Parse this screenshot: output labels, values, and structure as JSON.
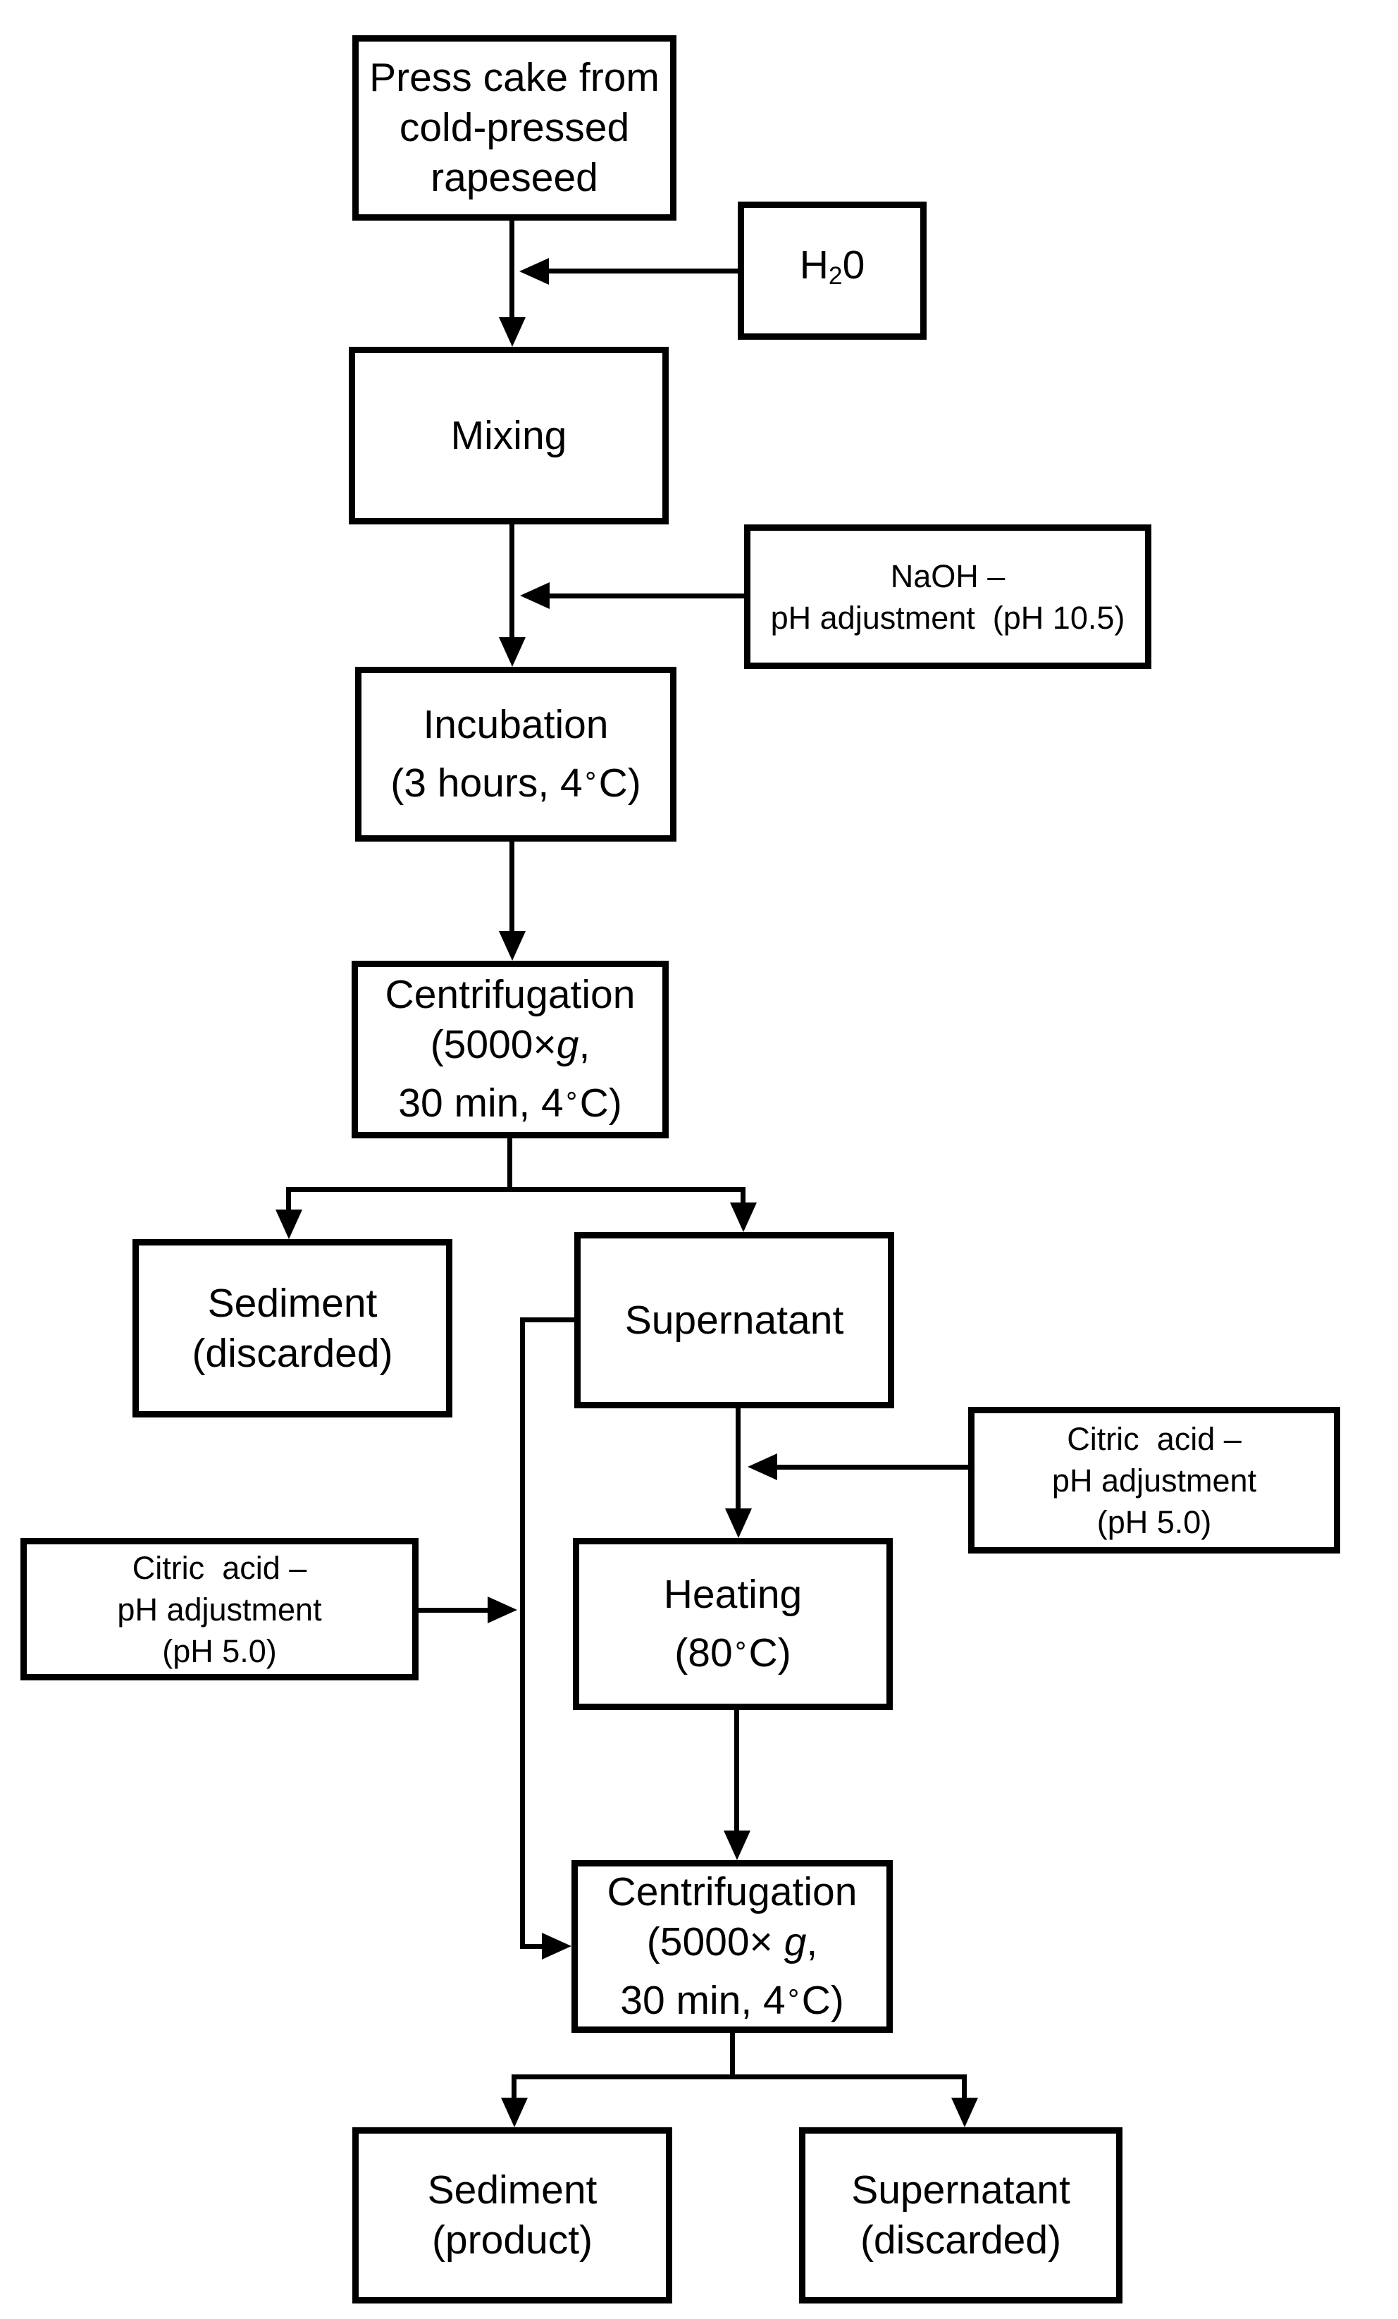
{
  "figure": {
    "title": "Flowchart: isoelectric protein precipitation from cold-pressed rapeseed press cake",
    "background": "#ffffff",
    "line_color": "#000000",
    "text_color": "#000000"
  },
  "nodes": {
    "press_cake": {
      "lines": [
        [
          {
            "t": "Press cake from"
          }
        ],
        [
          {
            "t": "cold-pressed"
          }
        ],
        [
          {
            "t": "rapeseed"
          }
        ]
      ]
    },
    "h2o": {
      "lines": [
        [
          {
            "t": "H"
          },
          {
            "t": "2",
            "c": "sub"
          },
          {
            "t": "0"
          }
        ]
      ]
    },
    "mixing": {
      "lines": [
        [
          {
            "t": "Mixing"
          }
        ]
      ]
    },
    "naoh": {
      "lines": [
        [
          {
            "t": "NaOH –"
          }
        ],
        [
          {
            "t": "pH adjustment  (pH 10.5)"
          }
        ]
      ]
    },
    "incubation": {
      "lines": [
        [
          {
            "t": "Incubation"
          }
        ],
        [
          {
            "t": "(3 hours, 4"
          },
          {
            "t": "∘",
            "c": "deg"
          },
          {
            "t": "C)"
          }
        ]
      ]
    },
    "centrifugation_1": {
      "lines": [
        [
          {
            "t": "Centrifugation"
          }
        ],
        [
          {
            "t": "(5000×"
          },
          {
            "t": "g",
            "c": "it"
          },
          {
            "t": ","
          }
        ],
        [
          {
            "t": "30 min, 4"
          },
          {
            "t": "∘",
            "c": "deg"
          },
          {
            "t": "C)"
          }
        ]
      ]
    },
    "sediment_discarded": {
      "lines": [
        [
          {
            "t": "Sediment"
          }
        ],
        [
          {
            "t": "(discarded)"
          }
        ]
      ]
    },
    "supernatant": {
      "lines": [
        [
          {
            "t": "Supernatant"
          }
        ]
      ]
    },
    "citric_right": {
      "lines": [
        [
          {
            "t": "Citric  acid –"
          }
        ],
        [
          {
            "t": "pH adjustment"
          }
        ],
        [
          {
            "t": "(pH 5.0)"
          }
        ]
      ]
    },
    "citric_left": {
      "lines": [
        [
          {
            "t": "Citric  acid –"
          }
        ],
        [
          {
            "t": "pH adjustment"
          }
        ],
        [
          {
            "t": "(pH 5.0)"
          }
        ]
      ]
    },
    "heating": {
      "lines": [
        [
          {
            "t": "Heating"
          }
        ],
        [
          {
            "t": "(80"
          },
          {
            "t": "∘",
            "c": "deg"
          },
          {
            "t": "C)"
          }
        ]
      ]
    },
    "centrifugation_2": {
      "lines": [
        [
          {
            "t": "Centrifugation"
          }
        ],
        [
          {
            "t": "(5000× "
          },
          {
            "t": "g",
            "c": "it"
          },
          {
            "t": ","
          }
        ],
        [
          {
            "t": "30 min, 4"
          },
          {
            "t": "∘",
            "c": "deg"
          },
          {
            "t": "C)"
          }
        ]
      ]
    },
    "sediment_product": {
      "lines": [
        [
          {
            "t": "Sediment"
          }
        ],
        [
          {
            "t": "(product)"
          }
        ]
      ]
    },
    "supernatant_discarded": {
      "lines": [
        [
          {
            "t": "Supernatant"
          }
        ],
        [
          {
            "t": "(discarded)"
          }
        ]
      ]
    }
  }
}
